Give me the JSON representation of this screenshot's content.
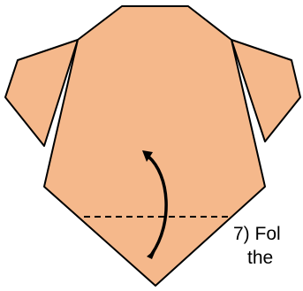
{
  "diagram": {
    "paper_color": "#f5b88b",
    "outline_color": "#000000",
    "caption": {
      "number": "7)",
      "line1": "Fol",
      "line2": "the"
    }
  }
}
